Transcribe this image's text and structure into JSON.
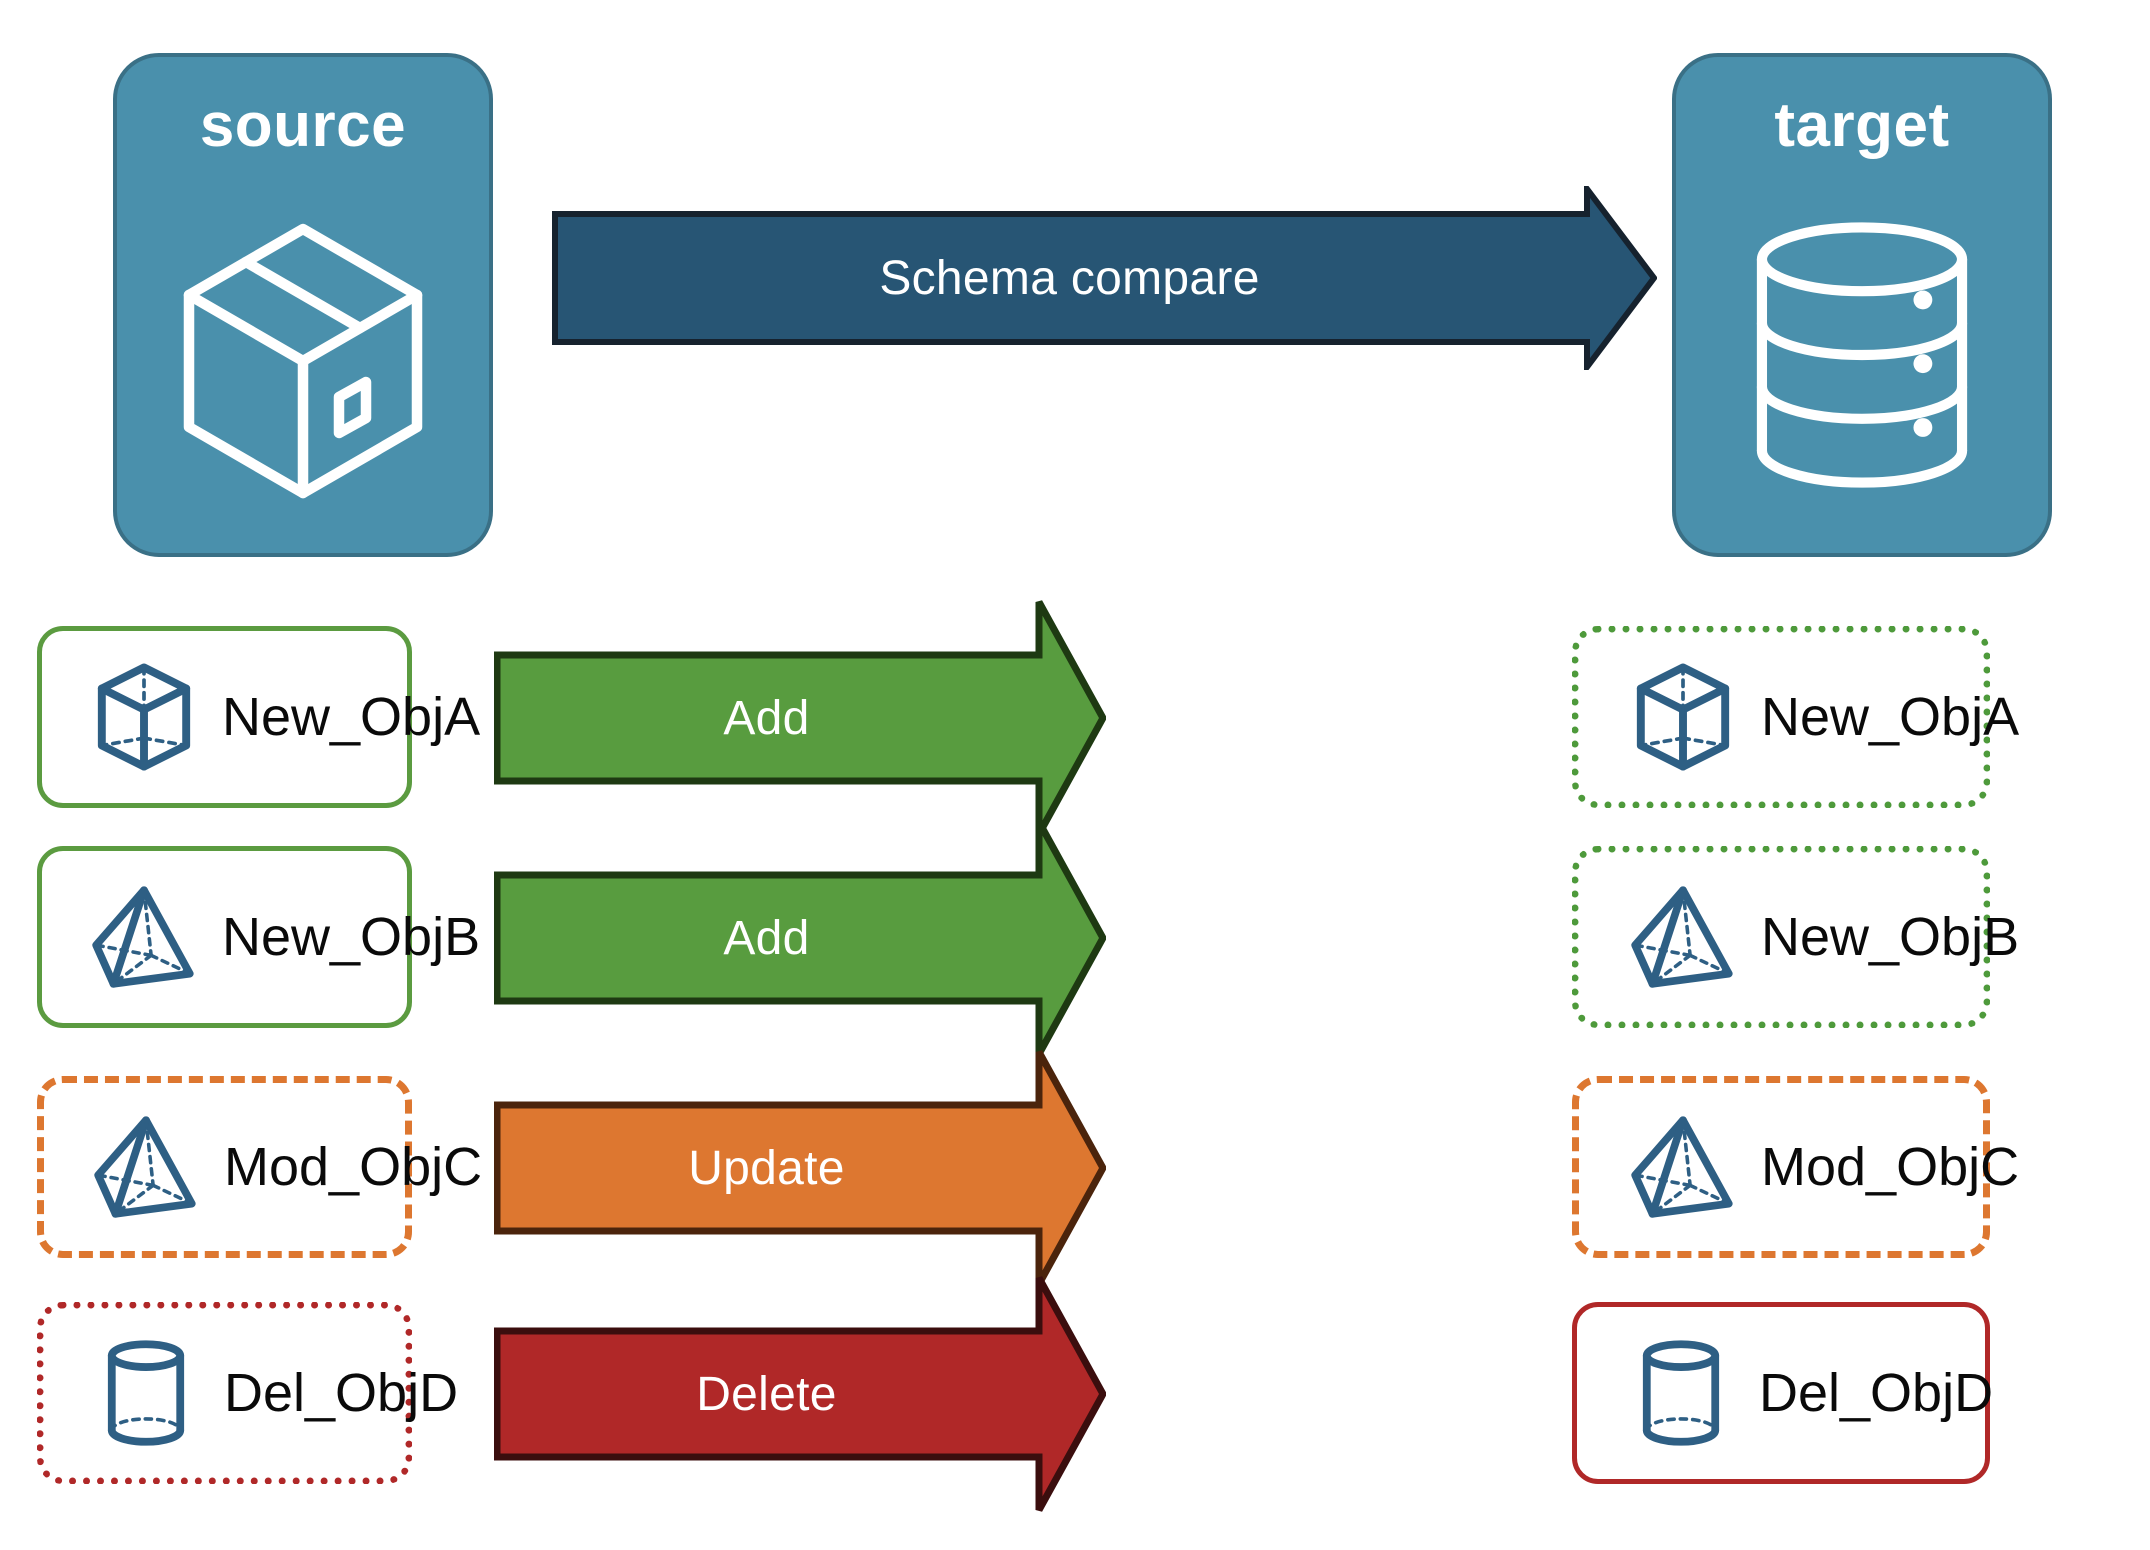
{
  "diagram": {
    "title": "Schema compare source to target",
    "background": "#FFFFFF"
  },
  "endpoints": {
    "source": {
      "label": "source",
      "icon": "package-box-icon",
      "fill": "#4A90AC",
      "stroke": "#3A7086"
    },
    "target": {
      "label": "target",
      "icon": "database-cylinder-icon",
      "fill": "#4A90AC",
      "stroke": "#3A7086"
    }
  },
  "main_arrow": {
    "label": "Schema compare",
    "fill": "#275574",
    "stroke": "#16222E",
    "text_color": "#FFFFFF"
  },
  "rows": [
    {
      "action": "Add",
      "arrow_fill": "#589C3F",
      "arrow_stroke": "#1E3912",
      "source": {
        "label": "New_ObjA",
        "icon": "wireframe-cube-icon",
        "border_style": "solid",
        "border_color": "#5B9B40"
      },
      "target": {
        "label": "New_ObjA",
        "icon": "wireframe-cube-icon",
        "border_style": "dotted",
        "border_color": "#4E9A3B"
      }
    },
    {
      "action": "Add",
      "arrow_fill": "#589C3F",
      "arrow_stroke": "#1E3912",
      "source": {
        "label": "New_ObjB",
        "icon": "wireframe-pyramid-icon",
        "border_style": "solid",
        "border_color": "#5B9B40"
      },
      "target": {
        "label": "New_ObjB",
        "icon": "wireframe-pyramid-icon",
        "border_style": "dotted",
        "border_color": "#4E9A3B"
      }
    },
    {
      "action": "Update",
      "arrow_fill": "#DD7730",
      "arrow_stroke": "#4B240C",
      "source": {
        "label": "Mod_ObjC",
        "icon": "wireframe-pyramid-icon",
        "border_style": "dashed",
        "border_color": "#DD7730"
      },
      "target": {
        "label": "Mod_ObjC",
        "icon": "wireframe-pyramid-icon",
        "border_style": "dashed",
        "border_color": "#DD7730"
      }
    },
    {
      "action": "Delete",
      "arrow_fill": "#B02828",
      "arrow_stroke": "#3B0E0E",
      "source": {
        "label": "Del_ObjD",
        "icon": "wireframe-cylinder-icon",
        "border_style": "dotted",
        "border_color": "#B02828"
      },
      "target": {
        "label": "Del_ObjD",
        "icon": "wireframe-cylinder-icon",
        "border_style": "solid",
        "border_color": "#B02828"
      }
    }
  ],
  "colors": {
    "object_icon_stroke": "#2E5F84",
    "label_text": "#0A0A0A",
    "arrow_text": "#FFFFFF"
  }
}
